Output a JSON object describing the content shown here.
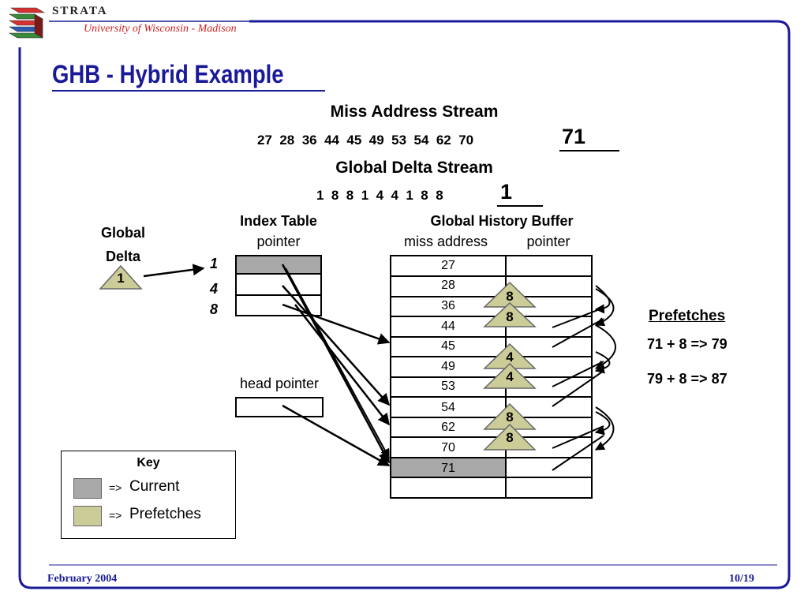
{
  "header": {
    "logo_title": "STRATA",
    "logo_subtitle": "University of Wisconsin - Madison"
  },
  "slide": {
    "title": "GHB - Hybrid Example",
    "miss_stream_title": "Miss Address Stream",
    "miss_stream_values": "27  28  36  44  45  49  53  54  62  70",
    "miss_stream_current": "71",
    "delta_stream_title": "Global Delta Stream",
    "delta_stream_values": "1  8  8  1  4  4  1  8  8",
    "delta_stream_current": "1",
    "global_delta_label_1": "Global",
    "global_delta_label_2": "Delta",
    "global_delta_value": "1",
    "index_table_title": "Index Table",
    "index_table_col": "pointer",
    "index_keys": [
      "1",
      "4",
      "8"
    ],
    "head_pointer_label": "head pointer",
    "ghb_title": "Global History Buffer",
    "ghb_col_addr": "miss address",
    "ghb_col_ptr": "pointer",
    "ghb_addresses": [
      "27",
      "28",
      "36",
      "44",
      "45",
      "49",
      "53",
      "54",
      "62",
      "70",
      "71",
      ""
    ],
    "ghb_deltas": [
      "8",
      "8",
      "4",
      "4",
      "8",
      "8"
    ],
    "prefetch_title": "Prefetches",
    "prefetch_1": "71 + 8 => 79",
    "prefetch_2": "79 + 8 => 87",
    "key_title": "Key",
    "key_arrow": "=>",
    "key_current": "Current",
    "key_prefetches": "Prefetches"
  },
  "footer": {
    "date": "February 2004",
    "page": "10/19"
  },
  "colors": {
    "title_blue": "#1a1a99",
    "current_gray": "#a8a8a8",
    "prefetch_tan": "#cccc99",
    "logo_red": "#cc2222"
  }
}
